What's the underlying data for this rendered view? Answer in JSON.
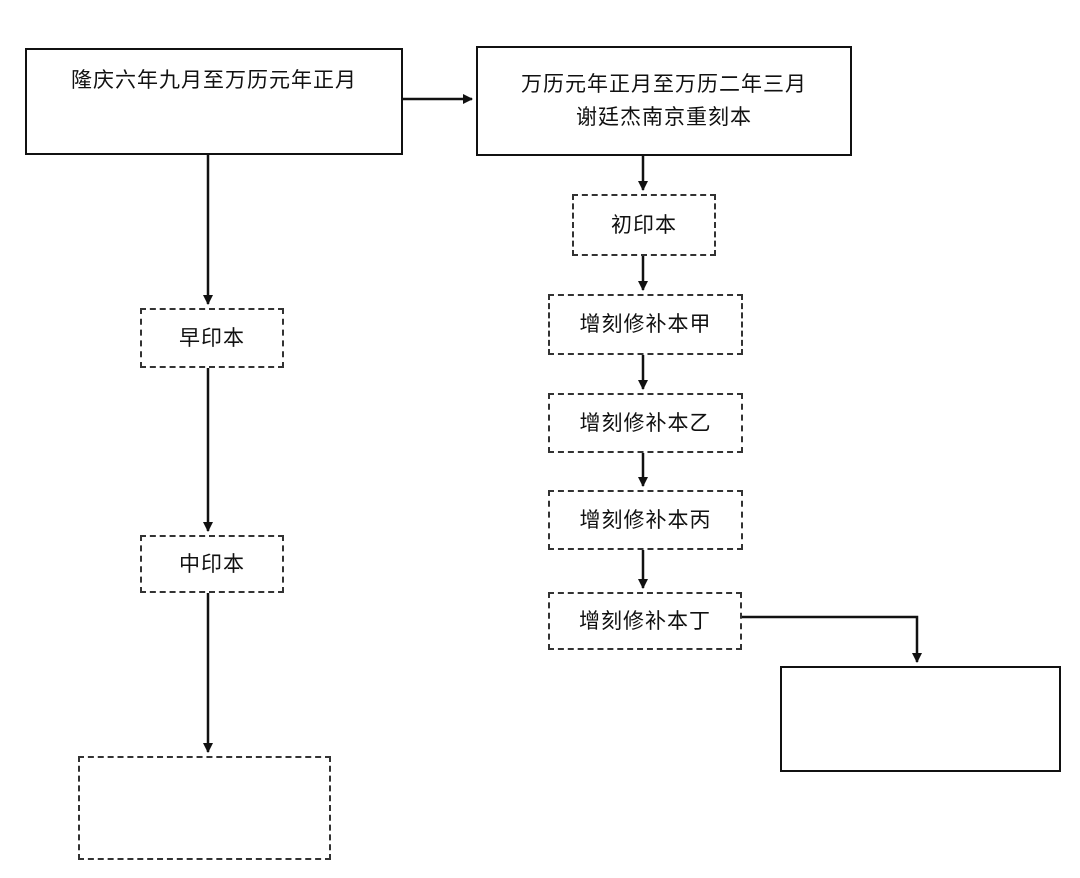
{
  "diagram": {
    "nodes": [
      {
        "id": "longqing-edition",
        "lines": [
          "隆庆六年九月至万历元年正月",
          ""
        ],
        "border": "solid"
      },
      {
        "id": "wanli-nanjing-recut",
        "lines": [
          "万历元年正月至万历二年三月",
          "谢廷杰南京重刻本"
        ],
        "border": "solid"
      },
      {
        "id": "first-printing",
        "lines": [
          "初印本"
        ],
        "border": "dashed"
      },
      {
        "id": "supplement-a",
        "lines": [
          "增刻修补本甲"
        ],
        "border": "dashed"
      },
      {
        "id": "supplement-b",
        "lines": [
          "增刻修补本乙"
        ],
        "border": "dashed"
      },
      {
        "id": "supplement-c",
        "lines": [
          "增刻修补本丙"
        ],
        "border": "dashed"
      },
      {
        "id": "supplement-d",
        "lines": [
          "增刻修补本丁"
        ],
        "border": "dashed"
      },
      {
        "id": "early-printing",
        "lines": [
          "早印本"
        ],
        "border": "dashed"
      },
      {
        "id": "middle-printing",
        "lines": [
          "中印本"
        ],
        "border": "dashed"
      },
      {
        "id": "left-bottom-blank",
        "lines": [
          ""
        ],
        "border": "dashed"
      },
      {
        "id": "right-bottom-blank",
        "lines": [
          ""
        ],
        "border": "solid"
      }
    ],
    "edges": [
      {
        "from": "longqing-edition",
        "to": "wanli-nanjing-recut"
      },
      {
        "from": "longqing-edition",
        "to": "early-printing"
      },
      {
        "from": "early-printing",
        "to": "middle-printing"
      },
      {
        "from": "middle-printing",
        "to": "left-bottom-blank"
      },
      {
        "from": "wanli-nanjing-recut",
        "to": "first-printing"
      },
      {
        "from": "first-printing",
        "to": "supplement-a"
      },
      {
        "from": "supplement-a",
        "to": "supplement-b"
      },
      {
        "from": "supplement-b",
        "to": "supplement-c"
      },
      {
        "from": "supplement-c",
        "to": "supplement-d"
      },
      {
        "from": "supplement-d",
        "to": "right-bottom-blank"
      }
    ]
  }
}
